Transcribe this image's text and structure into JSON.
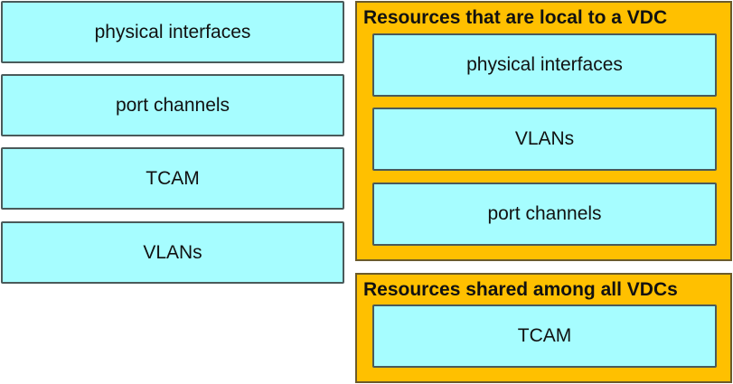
{
  "source_items": [
    {
      "label": "physical interfaces"
    },
    {
      "label": "port channels"
    },
    {
      "label": "TCAM"
    },
    {
      "label": "VLANs"
    }
  ],
  "targets": [
    {
      "title": "Resources that are local to a VDC",
      "items": [
        {
          "label": "physical interfaces"
        },
        {
          "label": "VLANs"
        },
        {
          "label": "port channels"
        }
      ]
    },
    {
      "title": "Resources shared among all VDCs",
      "items": [
        {
          "label": "TCAM"
        }
      ]
    }
  ],
  "colors": {
    "item_fill": "#a6fdff",
    "container_fill": "#ffc000",
    "border": "#4a5a5a"
  }
}
